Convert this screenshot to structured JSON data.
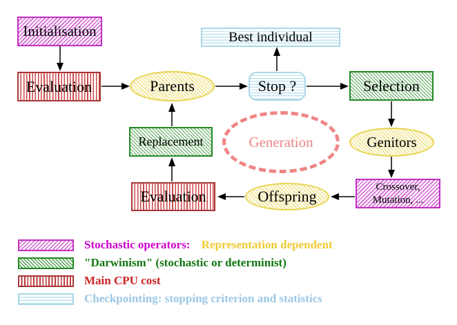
{
  "diagram": {
    "nodes": {
      "initialisation": "Initialisation",
      "evaluation_top": "Evaluation",
      "parents": "Parents",
      "stop": "Stop ?",
      "best_individual": "Best individual",
      "selection": "Selection",
      "genitors": "Genitors",
      "crossover_line1": "Crossover,",
      "crossover_line2": "Mutation, ...",
      "offspring": "Offspring",
      "evaluation_bottom": "Evaluation",
      "replacement": "Replacement",
      "generation": "Generation"
    },
    "legend": {
      "items": [
        {
          "swatch": "magenta-diagonal-hatch",
          "label": "Stochastic operators:",
          "color": "#cc00cc",
          "label2": "Representation dependent",
          "color2": "#eecb33"
        },
        {
          "swatch": "green-diagonal-hatch",
          "label": "\"Darwinism\" (stochastic or determinist)",
          "color": "#117711"
        },
        {
          "swatch": "red-vertical-stripes",
          "label": "Main CPU cost",
          "color": "#cc2222"
        },
        {
          "swatch": "cyan-horizontal-stripes",
          "label": "Checkpointing: stopping criterion and statistics",
          "color": "#9cc7e6"
        }
      ]
    },
    "colors": {
      "magenta": "#c32ec3",
      "yellow": "#e8d44e",
      "green": "#228822",
      "red": "#a93535",
      "cyan": "#a9d7e6",
      "generation": "#ef8585",
      "arrow": "#000000"
    }
  }
}
